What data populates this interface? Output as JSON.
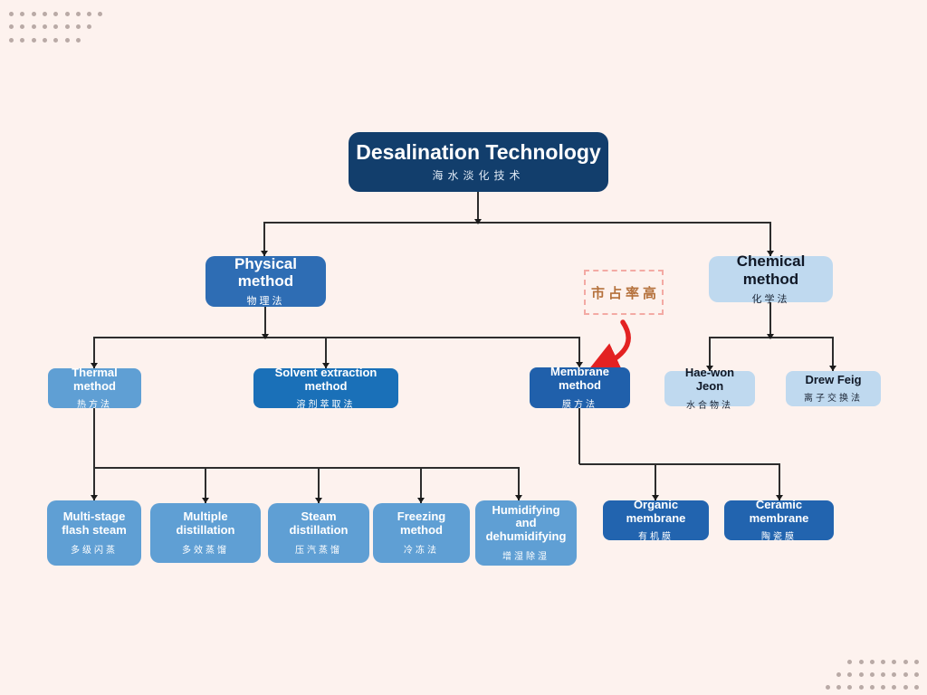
{
  "page": {
    "background": "#fdf2ee"
  },
  "palette": {
    "bg": "#fdf2ee",
    "line": "#2d2d2d",
    "red": "#e32222",
    "navy": "#123e6c",
    "blue_l2": "#2e6db4",
    "blue_soft": "#5f9fd4",
    "blue_solvent": "#1a70b8",
    "blue_membrane": "#2060ab",
    "blue_deep": "#2264af",
    "light_blue": "#bfd9ef",
    "light_text": "#101826",
    "dashed_pink": "#f3aaa4",
    "annot_orange": "#b5713c",
    "dot_gray": "#b9aaa6"
  },
  "nodes": {
    "root": {
      "title": "Desalination Technology",
      "subtitle": "海水淡化技术"
    },
    "physical": {
      "title": "Physical method",
      "subtitle": "物理法"
    },
    "chemical": {
      "title": "Chemical method",
      "subtitle": "化学法"
    },
    "thermal": {
      "title": "Thermal method",
      "subtitle": "热方法"
    },
    "solvent": {
      "title": "Solvent extraction method",
      "subtitle": "溶剂萃取法"
    },
    "membrane": {
      "title": "Membrane method",
      "subtitle": "膜方法"
    },
    "haewon": {
      "title": "Hae-won Jeon",
      "subtitle": "水合物法"
    },
    "drew": {
      "title": "Drew Feig",
      "subtitle": "离子交换法"
    },
    "multistage": {
      "title": "Multi-stage flash steam",
      "subtitle": "多级闪蒸"
    },
    "multiple": {
      "title": "Multiple distillation",
      "subtitle": "多效蒸馏"
    },
    "steamdist": {
      "title": "Steam distillation",
      "subtitle": "压汽蒸馏"
    },
    "freezing": {
      "title": "Freezing method",
      "subtitle": "冷冻法"
    },
    "humidify": {
      "title": "Humidifying and dehumidifying",
      "subtitle": "增湿除湿"
    },
    "organic": {
      "title": "Organic membrane",
      "subtitle": "有机膜"
    },
    "ceramic": {
      "title": "Ceramic membrane",
      "subtitle": "陶瓷膜"
    }
  },
  "annotation": {
    "label": "市占率高"
  },
  "decor": {
    "top_left_rows": [
      9,
      8,
      7
    ],
    "bottom_right_rows": [
      7,
      8,
      9
    ]
  }
}
